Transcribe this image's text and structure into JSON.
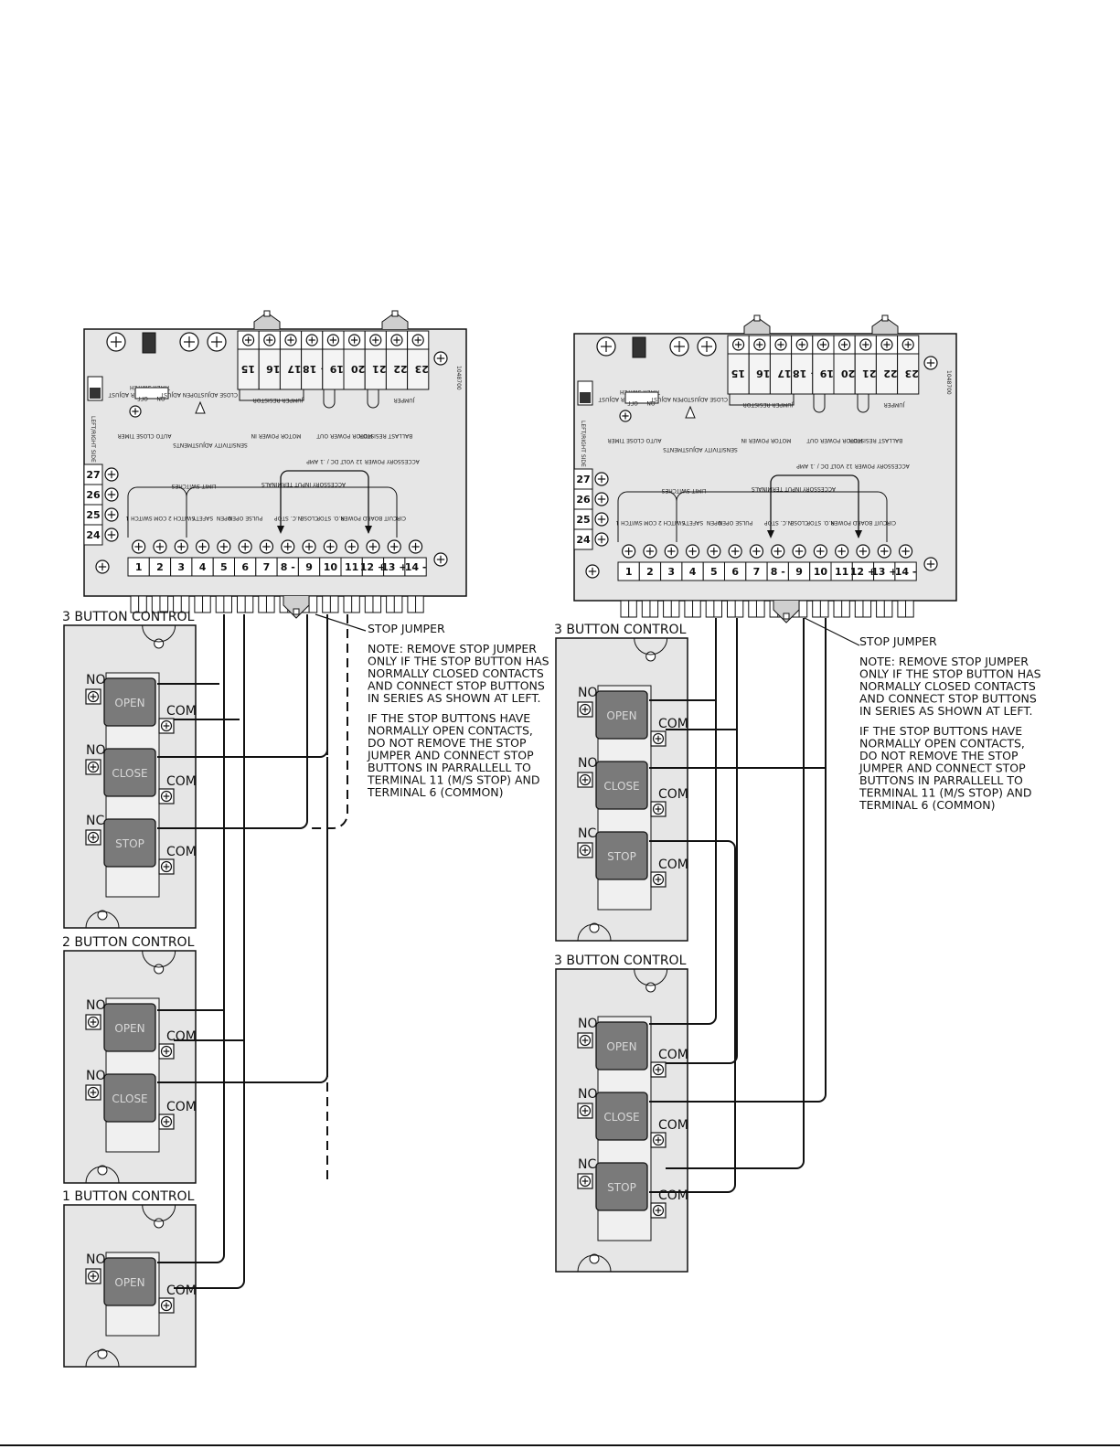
{
  "boards": {
    "terminals_bottom": [
      "1",
      "2",
      "3",
      "4",
      "5",
      "6",
      "7",
      "8 -",
      "9",
      "10",
      "11",
      "12 +",
      "13 +",
      "14 -"
    ],
    "terminals_top": [
      "- 15",
      "16",
      "17",
      "+ 18",
      "19",
      "20",
      "21",
      "22",
      "23"
    ],
    "side_terminals": [
      "27",
      "26",
      "25",
      "24"
    ],
    "board_code": "1048700",
    "labels": {
      "limit_switches": "LIMIT SWITCHES",
      "accessory_input": "ACCESSORY INPUT TERMINALS",
      "accessory_power": "ACCESSORY POWER 12 VOLT DC / .1 AMP",
      "switch1": "SWITCH 1",
      "com": "COM",
      "switch2": "SWITCH 2",
      "safety": "SAFETY",
      "open": "OPEN",
      "pulse_open": "PULSE OPEN",
      "nc_stop": "N.C. STOP",
      "close": "CLOSE",
      "no_stop": "N.O. STOP",
      "circuit_board_power": "CIRCUIT BOARD POWER",
      "timer_adjust": "TIMER ADJUST",
      "timer_switch": "TIMER SWITCH",
      "off": "OFF",
      "on": "ON",
      "open_adjust": "OPEN ADJUST",
      "close_adjust": "CLOSE ADJUST",
      "auto_close_timer": "AUTO CLOSE TIMER",
      "sensitivity": "SENSITIVITY ADJUSTMENTS",
      "motor_power_in": "MOTOR POWER IN",
      "motor_power_out": "MOTOR POWER OUT",
      "ballast_resistor": "BALLAST RESISTOR",
      "jumper_resistor": "JUMPER RESISTOR",
      "jumper": "JUMPER",
      "left_right": "LEFT/RIGHT SIDE OPERATION",
      "switch": "SWITCH"
    }
  },
  "left": {
    "stations": [
      {
        "title": "3 BUTTON CONTROL",
        "buttons": [
          {
            "contact": "NO",
            "label": "OPEN",
            "com": "COM"
          },
          {
            "contact": "NO",
            "label": "CLOSE",
            "com": "COM"
          },
          {
            "contact": "NC",
            "label": "STOP",
            "com": "COM"
          }
        ]
      },
      {
        "title": "2 BUTTON CONTROL",
        "buttons": [
          {
            "contact": "NO",
            "label": "OPEN",
            "com": "COM"
          },
          {
            "contact": "NO",
            "label": "CLOSE",
            "com": "COM"
          }
        ]
      },
      {
        "title": "1 BUTTON CONTROL",
        "buttons": [
          {
            "contact": "NO",
            "label": "OPEN",
            "com": "COM"
          }
        ]
      }
    ],
    "stop_jumper": "STOP JUMPER",
    "note1": [
      "NOTE: REMOVE STOP JUMPER",
      "ONLY IF THE STOP BUTTON HAS",
      "NORMALLY CLOSED CONTACTS",
      "AND CONNECT STOP BUTTONS",
      "IN SERIES AS SHOWN AT LEFT."
    ],
    "note2": [
      "IF THE STOP BUTTONS HAVE",
      "NORMALLY OPEN CONTACTS,",
      "DO NOT REMOVE THE STOP",
      "JUMPER AND CONNECT STOP",
      "BUTTONS IN PARRALLELL TO",
      "TERMINAL 11 (M/S STOP) AND",
      "TERMINAL 6 (COMMON)"
    ]
  },
  "right": {
    "stations": [
      {
        "title": "3 BUTTON CONTROL",
        "buttons": [
          {
            "contact": "NO",
            "label": "OPEN",
            "com": "COM"
          },
          {
            "contact": "NO",
            "label": "CLOSE",
            "com": "COM"
          },
          {
            "contact": "NC",
            "label": "STOP",
            "com": "COM"
          }
        ]
      },
      {
        "title": "3 BUTTON CONTROL",
        "buttons": [
          {
            "contact": "NO",
            "label": "OPEN",
            "com": "COM"
          },
          {
            "contact": "NO",
            "label": "CLOSE",
            "com": "COM"
          },
          {
            "contact": "NC",
            "label": "STOP",
            "com": "COM"
          }
        ]
      }
    ],
    "stop_jumper": "STOP JUMPER",
    "note1": [
      "NOTE: REMOVE STOP JUMPER",
      "ONLY IF THE STOP BUTTON HAS",
      "NORMALLY CLOSED CONTACTS",
      "AND CONNECT STOP BUTTONS",
      "IN SERIES AS SHOWN AT LEFT."
    ],
    "note2": [
      "IF THE STOP BUTTONS HAVE",
      "NORMALLY OPEN CONTACTS,",
      "DO NOT REMOVE THE STOP",
      "JUMPER AND CONNECT STOP",
      "BUTTONS IN PARRALLELL TO",
      "TERMINAL 11 (M/S STOP) AND",
      "TERMINAL 6 (COMMON)"
    ]
  }
}
